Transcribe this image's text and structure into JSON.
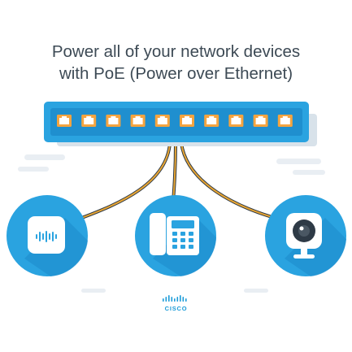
{
  "headline": {
    "line1": "Power all of your network devices",
    "line2": "with PoE (Power over Ethernet)"
  },
  "switch": {
    "port_count": 10,
    "icon": "network-switch-icon"
  },
  "devices": [
    {
      "name": "wireless-access-point",
      "icon": "access-point-icon"
    },
    {
      "name": "ip-phone",
      "icon": "desk-phone-icon"
    },
    {
      "name": "ip-camera",
      "icon": "webcam-icon"
    }
  ],
  "logo": {
    "text": "CISCO"
  },
  "colors": {
    "primary": "#2aa3e0",
    "accent_dark": "#1f7fb6",
    "port": "#f5a43f",
    "cable": "#e8a533",
    "headline": "#3d4a55",
    "cloud": "#e9eef3"
  }
}
